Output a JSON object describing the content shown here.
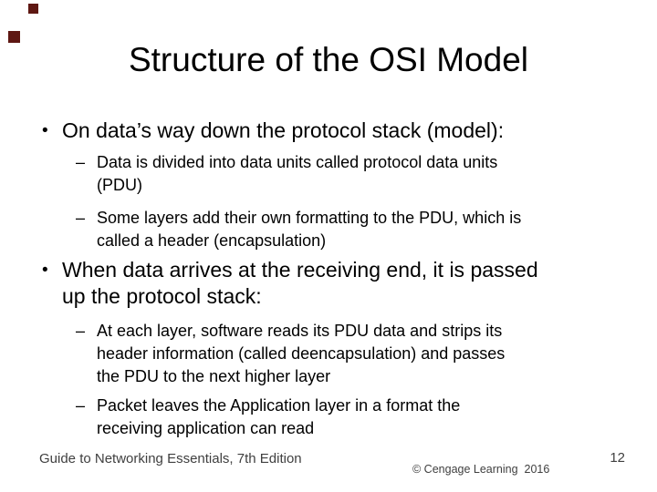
{
  "decor": {
    "square1_color": "#5e1712",
    "square2_color": "#5e1712"
  },
  "slide": {
    "title": "Structure of the OSI Model",
    "bullets": {
      "b1": {
        "marker": "•",
        "lines": [
          "On data’s way down the protocol stack (model):"
        ],
        "subs": {
          "s1": {
            "marker": "–",
            "lines": [
              "Data is divided into data units called protocol data units",
              "(PDU)"
            ]
          },
          "s2": {
            "marker": "–",
            "lines": [
              "Some layers add their own formatting to the PDU, which is",
              "called a header (encapsulation)"
            ]
          }
        }
      },
      "b2": {
        "marker": "•",
        "lines": [
          "When data arrives at the receiving end, it is passed",
          "up the protocol stack:"
        ],
        "subs": {
          "s1": {
            "marker": "–",
            "lines": [
              "At each layer, software reads its PDU data and strips its",
              "header information (called deencapsulation) and passes",
              "the PDU to the next higher layer"
            ]
          },
          "s2": {
            "marker": "–",
            "lines": [
              "Packet leaves the Application layer in a format the",
              "receiving application can read"
            ]
          }
        }
      }
    }
  },
  "footer": {
    "left": "Guide to Networking Essentials, 7th Edition",
    "center": "© Cengage Learning  2016",
    "page_number": "12"
  }
}
